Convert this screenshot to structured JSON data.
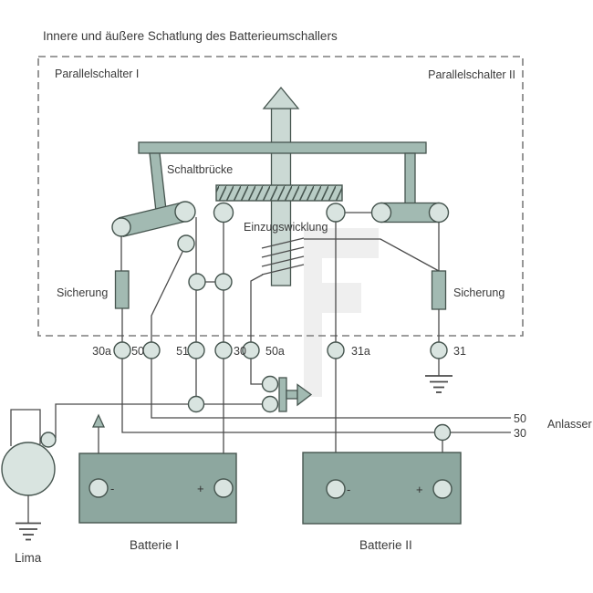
{
  "title": "Innere und äußere Schatlung des Batterieumschallers",
  "sections": {
    "parallelschalter_i": "Parallelschalter I",
    "parallelschalter_ii": "Parallelschalter II"
  },
  "component_labels": {
    "schaltbruecke": "Schaltbrücke",
    "einzugswicklung": "Einzugswicklung",
    "sicherung": "Sicherung",
    "anlasser": "Anlasser",
    "lima": "Lima",
    "batterie_i": "Batterie I",
    "batterie_ii": "Batterie II"
  },
  "terminals": {
    "t30a": "30a",
    "t50": "50",
    "t51": "51",
    "t30": "30",
    "t50a": "50a",
    "t31a": "31a",
    "t31": "31"
  },
  "anlasser_wires": {
    "w50": "50",
    "w30": "30"
  },
  "battery_terminals": {
    "minus": "-",
    "plus": "+"
  },
  "colors": {
    "component_fill": "#a2bab2",
    "component_light": "#cbd9d4",
    "node_fill": "#d9e4e0",
    "battery_fill": "#8da79f",
    "hatch_fill": "#b8ccc5",
    "outline": "#46554f",
    "wire": "#4b4b4b",
    "dash": "#7d7d7d",
    "text": "#3a3a3a",
    "watermark": "#efefef"
  }
}
